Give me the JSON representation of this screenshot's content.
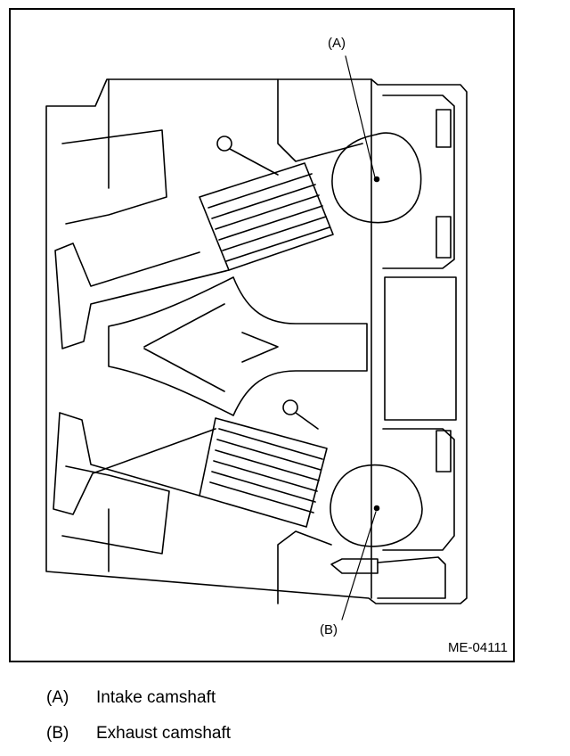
{
  "figure": {
    "figure_id": "ME-04111",
    "callouts": {
      "a": "(A)",
      "b": "(B)"
    }
  },
  "legend": [
    {
      "key": "(A)",
      "text": "Intake camshaft"
    },
    {
      "key": "(B)",
      "text": "Exhaust camshaft"
    }
  ]
}
